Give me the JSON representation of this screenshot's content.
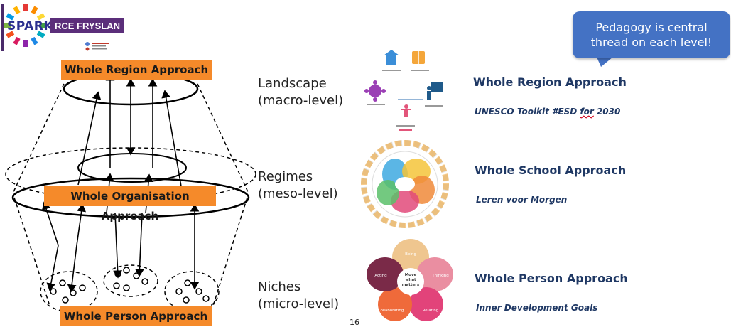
{
  "logo": {
    "spark": "SPARK",
    "rce": "RCE FRYSLAN"
  },
  "bubble": {
    "line1": "Pedagogy is central",
    "line2": "thread on each level!"
  },
  "diagram": {
    "region_box": "Whole Region Approach",
    "organisation_box": "Whole Organisation Approach",
    "person_box": "Whole Person Approach"
  },
  "levels": [
    {
      "name": "Landscape",
      "scale": "(macro-level)"
    },
    {
      "name": "Regimes",
      "scale": "(meso-level)"
    },
    {
      "name": "Niches",
      "scale": "(micro-level)"
    }
  ],
  "approaches": [
    {
      "title": "Whole Region Approach",
      "subtitle_pre": "UNESCO Toolkit #ESD ",
      "subtitle_ul": "for",
      "subtitle_post": " 2030"
    },
    {
      "title": "Whole School Approach",
      "subtitle": "Leren voor Morgen"
    },
    {
      "title": "Whole Person Approach",
      "subtitle": "Inner Development Goals"
    }
  ],
  "flower": {
    "center": "Move what matters",
    "petals": [
      "Being",
      "Thinking",
      "Relating",
      "Collaborating",
      "Acting"
    ]
  },
  "page_number": "16",
  "colors": {
    "orange": "#f58a2a",
    "navy": "#1f3864",
    "bubble": "#4472c4",
    "purple": "#5b2e7a"
  }
}
